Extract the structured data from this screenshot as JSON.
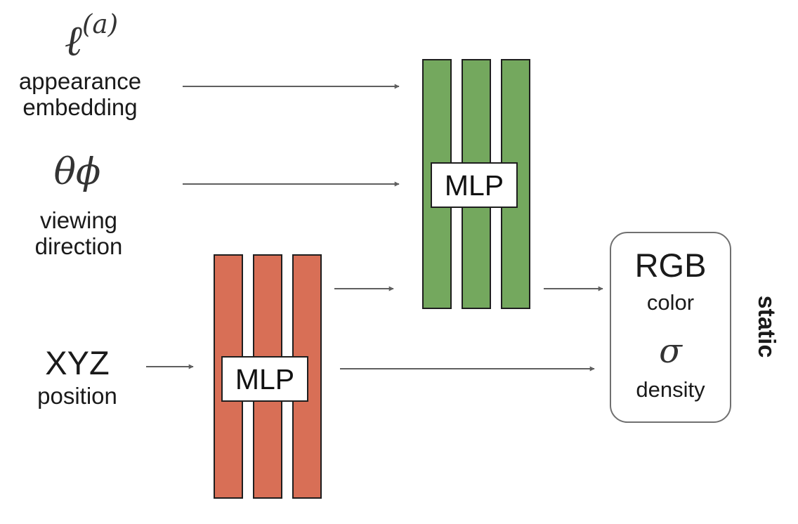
{
  "inputs": {
    "appearance": {
      "symbol": "ℓ",
      "superscript": "(a)",
      "line1": "appearance",
      "line2": "embedding"
    },
    "viewing": {
      "symbol": "θϕ",
      "line1": "viewing",
      "line2": "direction"
    },
    "position": {
      "title": "XYZ",
      "subtitle": "position"
    }
  },
  "mlp": {
    "color_block": {
      "label": "MLP",
      "color": "#74a85e"
    },
    "density_block": {
      "label": "MLP",
      "color": "#d86f56"
    }
  },
  "output": {
    "rgb_title": "RGB",
    "rgb_subtitle": "color",
    "sigma_symbol": "σ",
    "sigma_subtitle": "density",
    "side_label": "static"
  },
  "colors": {
    "arrow": "#5f5f5f",
    "box_border": "#707070",
    "bar_border": "#1e1e1e"
  }
}
